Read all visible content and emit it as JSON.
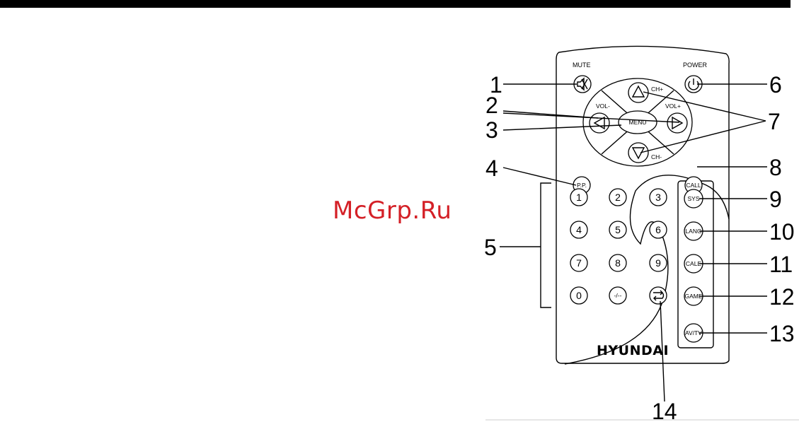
{
  "header": {
    "bar_color": "#000000"
  },
  "watermark": {
    "text": "McGrp.Ru",
    "color": "#d42027"
  },
  "remote": {
    "brand": "HYUNDAI",
    "labels": {
      "mute": "MUTE",
      "power": "POWER",
      "ch_up": "CH+",
      "ch_down": "CH-",
      "vol_down": "VOL-",
      "vol_up": "VOL+",
      "menu": "MENU"
    },
    "buttons": {
      "pp": "P.P.",
      "call": "CALL",
      "sys": "SYS",
      "lang": "LANG",
      "cale": "CALE",
      "game": "GAME",
      "avtv": "AV/TV",
      "dash": "-/--"
    },
    "digits": [
      "1",
      "2",
      "3",
      "4",
      "5",
      "6",
      "7",
      "8",
      "9",
      "0"
    ]
  },
  "callouts": [
    "1",
    "2",
    "3",
    "4",
    "5",
    "6",
    "7",
    "8",
    "9",
    "10",
    "11",
    "12",
    "13",
    "14"
  ]
}
